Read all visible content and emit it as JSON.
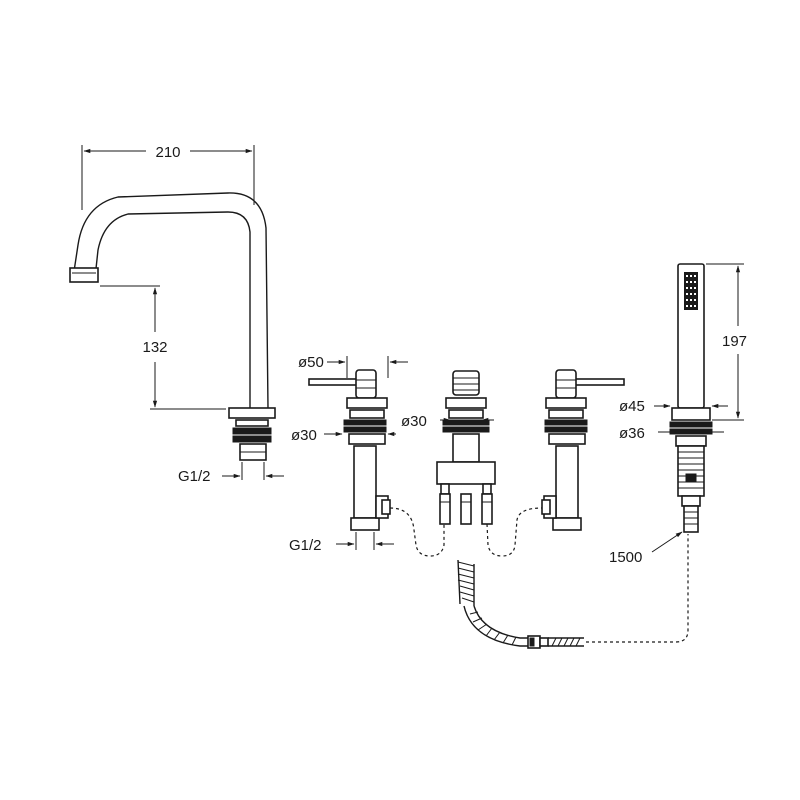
{
  "dimensions": {
    "spout_reach": "210",
    "spout_height": "132",
    "spout_thread": "G1/2",
    "handle_length": "ø50",
    "valve_body_left": "ø30",
    "diverter_body": "ø30",
    "valve_thread": "G1/2",
    "handset_length": "197",
    "handset_base": "ø45",
    "handset_shank": "ø36",
    "hose_length": "1500"
  }
}
